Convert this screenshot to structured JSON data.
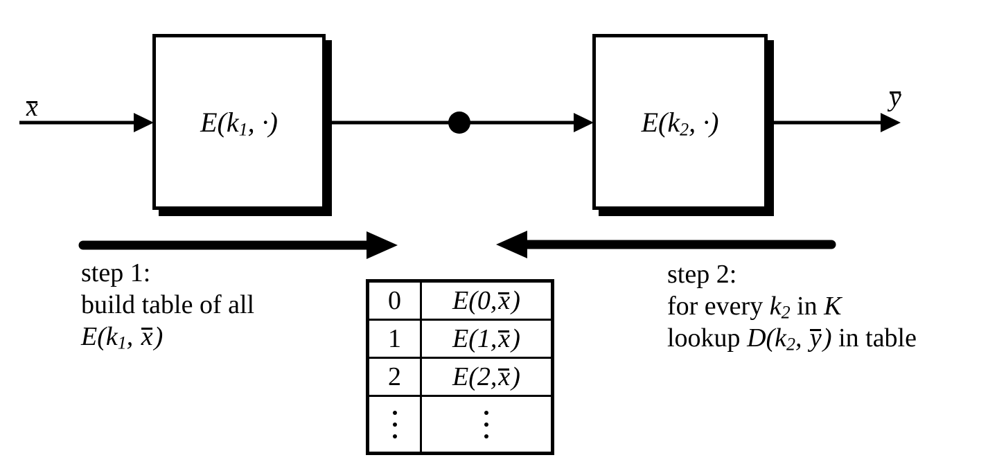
{
  "colors": {
    "ink": "#000000",
    "background": "#ffffff"
  },
  "io": {
    "input": {
      "bar_var": "x"
    },
    "output": {
      "bar_var": "y"
    }
  },
  "box1": {
    "pre": "E(",
    "var": "k",
    "sub": "1",
    "post": ", ·)"
  },
  "box2": {
    "pre": "E(",
    "var": "k",
    "sub": "2",
    "post": ", ·)"
  },
  "step1": {
    "line1": "step 1:",
    "line2": "build table of all",
    "math": {
      "pre": "E(",
      "var": "k",
      "sub": "1",
      "comma": ", ",
      "bar_var": "x",
      "close": ")"
    }
  },
  "step2": {
    "line1": "step 2:",
    "line2": {
      "pre": "for every ",
      "var": "k",
      "sub": "2",
      "mid": " in ",
      "set": "K"
    },
    "line3": {
      "pre": "lookup ",
      "fn": "D(",
      "var": "k",
      "sub": "2",
      "comma": ", ",
      "bar_var": "y",
      "close": ")",
      "post": " in table"
    }
  },
  "table": {
    "rows": [
      {
        "key": "0",
        "pre": "E(0, ",
        "bar_var": "x",
        "close": ")"
      },
      {
        "key": "1",
        "pre": "E(1, ",
        "bar_var": "x",
        "close": ")"
      },
      {
        "key": "2",
        "pre": "E(2, ",
        "bar_var": "x",
        "close": ")"
      }
    ],
    "ellipsis": "⋮"
  }
}
